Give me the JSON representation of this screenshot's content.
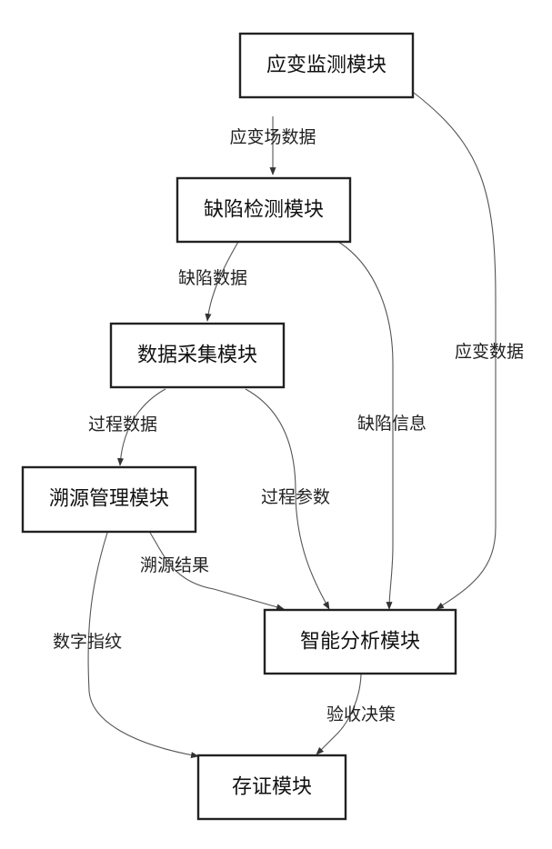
{
  "nodes": {
    "strain_monitor": "应变监测模块",
    "defect_detect": "缺陷检测模块",
    "data_collect": "数据采集模块",
    "trace_manage": "溯源管理模块",
    "smart_analysis": "智能分析模块",
    "evidence": "存证模块"
  },
  "edges": {
    "strain_field_data": "应变场数据",
    "defect_data": "缺陷数据",
    "process_data": "过程数据",
    "strain_data": "应变数据",
    "defect_info": "缺陷信息",
    "process_params": "过程参数",
    "trace_result": "溯源结果",
    "digital_fingerprint": "数字指纹",
    "acceptance_decision": "验收决策"
  }
}
